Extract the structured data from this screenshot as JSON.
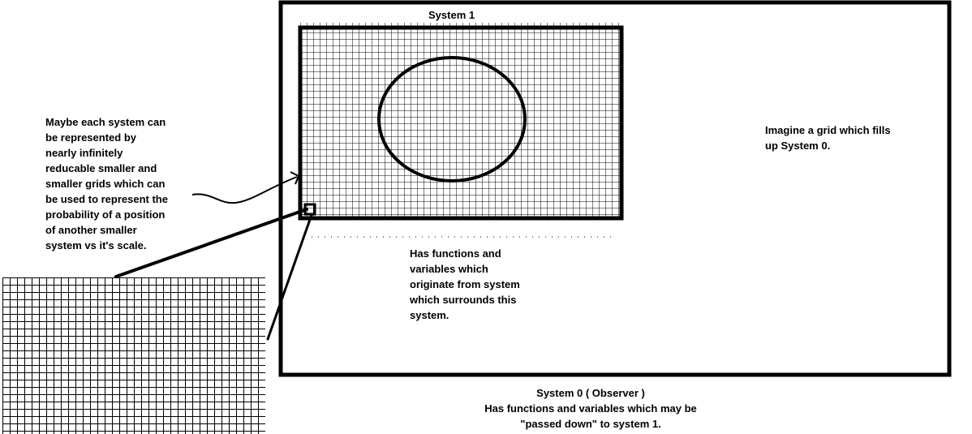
{
  "labels": {
    "system1": "System 1",
    "left_note": "Maybe each system can\nbe represented by\nnearly infinitely\nreducable smaller and\nsmaller grids which can\nbe used to represent the\nprobability of a position\nof another smaller\nsystem vs it's scale.",
    "right_note": "Imagine a grid which fills\nup System 0.",
    "middle_note": "Has functions and\nvariables which\noriginate from system\nwhich surrounds this\nsystem.",
    "system0_title": "System 0 ( Observer )",
    "system0_note": "Has functions and variables which may be\n\"passed down\" to system 1."
  },
  "colors": {
    "ink": "#000000",
    "background": "#ffffff"
  }
}
